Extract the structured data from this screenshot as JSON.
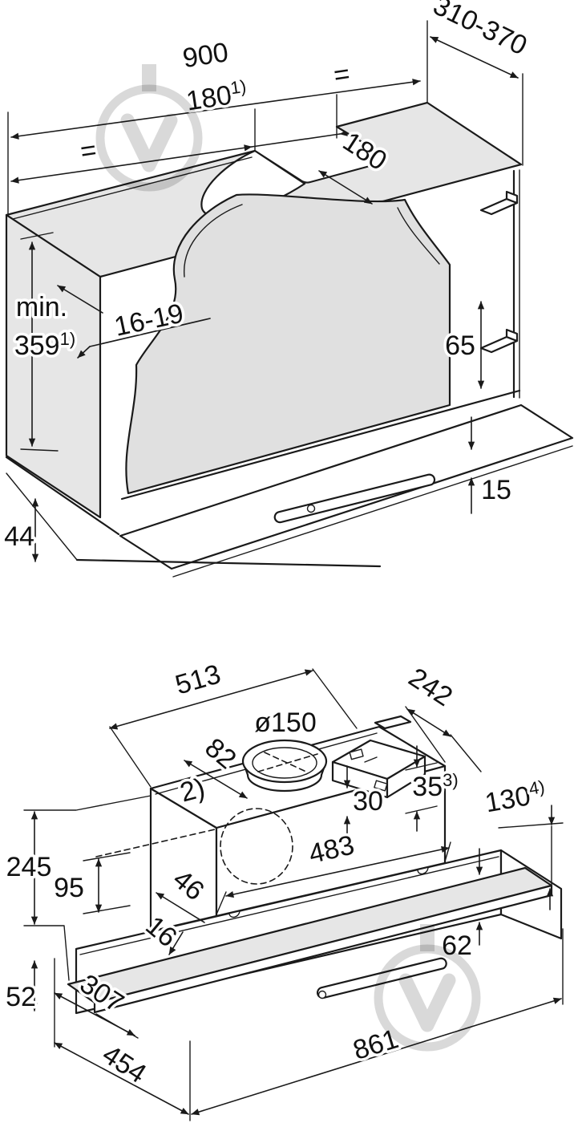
{
  "document": {
    "type": "appliance installation dimension drawing",
    "views": [
      "cabinet-recess-isometric",
      "hood-unit-isometric"
    ]
  },
  "colors": {
    "background": "#ffffff",
    "line": "#1a1a1a",
    "panel_fill": "#e6e6e6",
    "interior_fill": "#e0e0e0",
    "watermark": "#d9d9d9"
  },
  "top": {
    "width": "900",
    "equal_left": "=",
    "equal_right": "=",
    "notch_width": "180",
    "notch_width_sup": "1)",
    "depth_range": "310-370",
    "notch_depth": "180",
    "min_prefix": "min.",
    "min_height": "359",
    "min_height_sup": "1)",
    "panel_thickness": "16-19",
    "bracket_spacing": "65",
    "visor_thickness": "15",
    "frame_height": "44"
  },
  "bottom": {
    "chimney_width": "513",
    "chimney_depth": "242",
    "duct_diameter": "ø150",
    "duct_offset": "82",
    "chimney_note": "2)",
    "collar_offset": "30",
    "box_height": "35",
    "box_height_sup": "3)",
    "visor_drop": "130",
    "visor_drop_sup": "4)",
    "total_height": "245",
    "inner_height": "95",
    "lower_depth": "46",
    "plate_thickness": "16",
    "inner_width": "483",
    "visor_offset": "62",
    "base_height": "52",
    "visor_depth": "307",
    "total_depth": "454",
    "base_width": "861"
  }
}
